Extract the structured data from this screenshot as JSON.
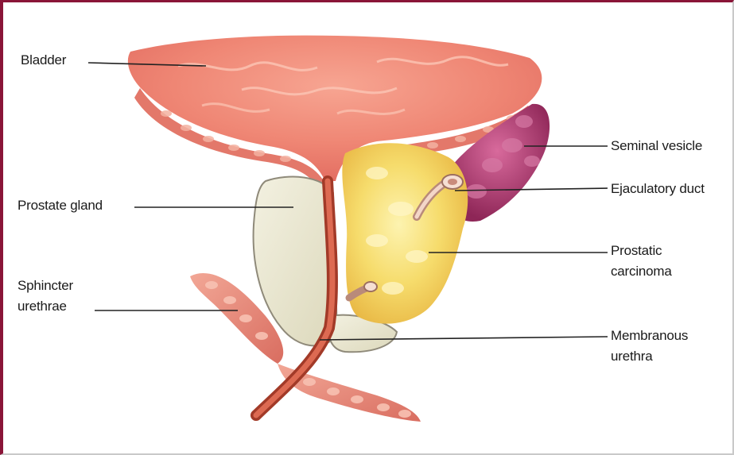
{
  "labels": {
    "bladder": "Bladder",
    "prostate_gland": "Prostate gland",
    "sphincter_urethrae": "Sphincter\nurethrae",
    "seminal_vesicle": "Seminal vesicle",
    "ejaculatory_duct": "Ejaculatory duct",
    "prostatic_carcinoma": "Prostatic\ncarcinoma",
    "membranous_urethra": "Membranous\nurethra"
  },
  "colors": {
    "frame_border": "#8a1538",
    "bladder": "#f08a78",
    "bladder_wall": "#e8786a",
    "prostate": "#e9e6cf",
    "carcinoma": "#f3d45a",
    "seminal_vesicle": "#b0386e",
    "muscle": "#e98a7a",
    "urethra": "#c0442e",
    "leader_line": "#222222"
  }
}
